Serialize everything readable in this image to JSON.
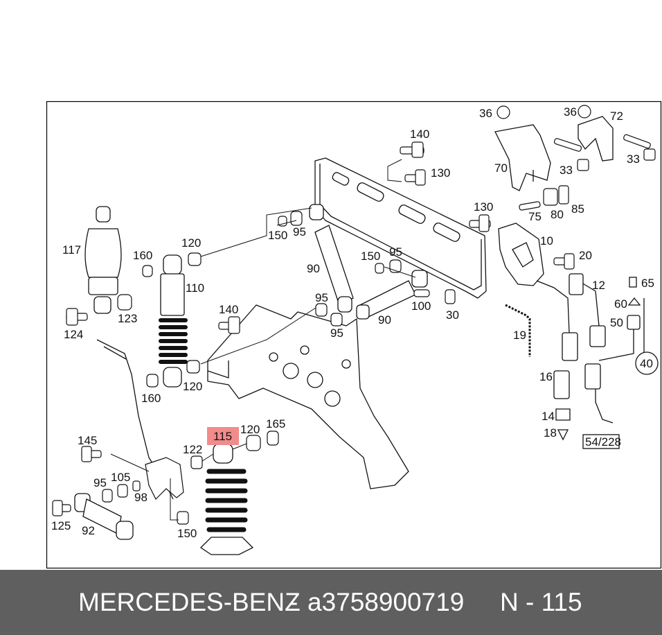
{
  "diagram": {
    "labels": {
      "l36a": "36",
      "l36b": "36",
      "l72": "72",
      "l140a": "140",
      "l130a": "130",
      "l70": "70",
      "l33a": "33",
      "l33b": "33",
      "l75": "75",
      "l80": "80",
      "l85": "85",
      "l130b": "130",
      "l10": "10",
      "l117": "117",
      "l160a": "160",
      "l120a": "120",
      "l150a": "150",
      "l95a": "95",
      "l110": "110",
      "l90a": "90",
      "l150b": "150",
      "l95b": "95",
      "l20": "20",
      "l65": "65",
      "l12": "12",
      "l60": "60",
      "l95c": "95",
      "l100": "100",
      "l30": "30",
      "l140b": "140",
      "l124": "124",
      "l123": "123",
      "l95d": "95",
      "l90b": "90",
      "l50": "50",
      "l19": "19",
      "l40": "40",
      "l16": "16",
      "l160b": "160",
      "l120b": "120",
      "l14": "14",
      "l18": "18",
      "l5428": "54/228",
      "l115": "115",
      "l120c": "120",
      "l165": "165",
      "l145": "145",
      "l122": "122",
      "l95e": "95",
      "l105": "105",
      "l98": "98",
      "l125": "125",
      "l92": "92",
      "l150c": "150"
    },
    "highlight_color": "#f28b8b"
  },
  "footer": {
    "brand": "MERCEDES-BENZ",
    "separator": "-",
    "part_number": "a3758900719",
    "position_label": "N - 115"
  }
}
